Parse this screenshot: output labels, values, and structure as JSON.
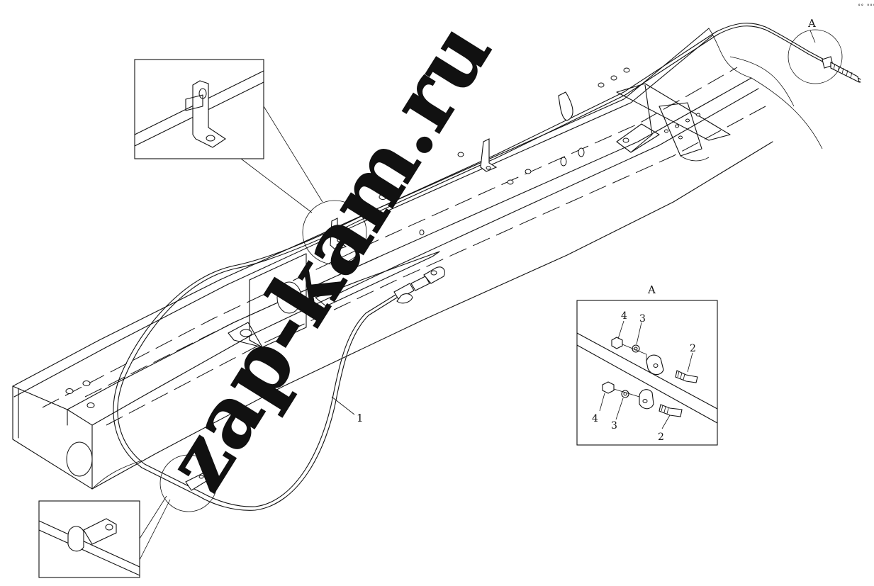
{
  "corner_text": "°° °°°",
  "watermark": "zap-kam.ru",
  "main_view": {
    "callout_letter": "A",
    "part_label": "1"
  },
  "detail_A": {
    "title": "A",
    "labels": {
      "nut_upper": "4",
      "washer_upper": "3",
      "bolt_upper": "2",
      "nut_lower": "4",
      "washer_lower": "3",
      "bolt_lower": "2"
    }
  }
}
